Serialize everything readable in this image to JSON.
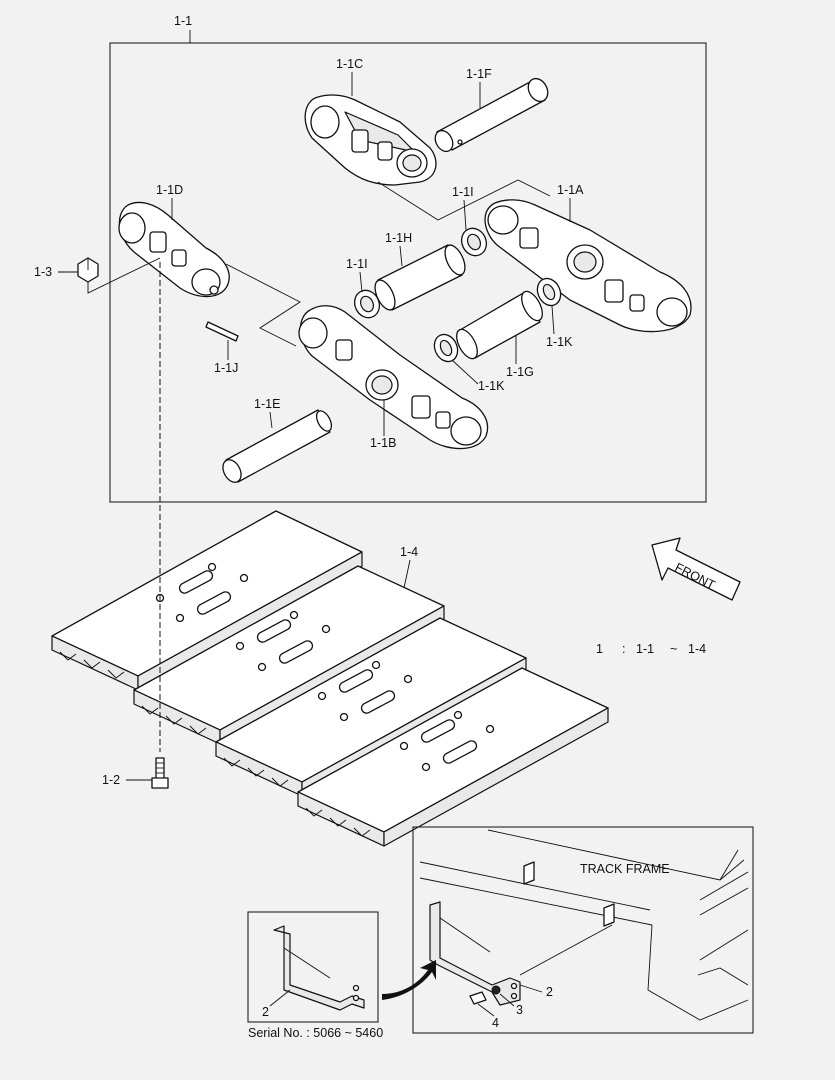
{
  "labels": {
    "assembly": "1-1",
    "link_a": "1-1A",
    "link_b": "1-1B",
    "link_c": "1-1C",
    "link_d": "1-1D",
    "pin_e": "1-1E",
    "pin_f": "1-1F",
    "bushing_g": "1-1G",
    "bushing_h": "1-1H",
    "seal_i_top": "1-1I",
    "seal_i_left": "1-1I",
    "clip_j": "1-1J",
    "seal_k_right": "1-1K",
    "seal_k_bottom": "1-1K",
    "bolt": "1-2",
    "nut": "1-3",
    "shoe": "1-4",
    "detail_2_left": "2",
    "detail_2_right": "2",
    "washer": "3",
    "detail_bolt": "4"
  },
  "front_arrow": "FRONT",
  "legend": {
    "item": "1",
    "sep": ":",
    "from": "1-1",
    "tilde": "~",
    "to": "1-4"
  },
  "track_frame": "TRACK FRAME",
  "serial_note": "Serial No. : 5066 ~ 5460"
}
